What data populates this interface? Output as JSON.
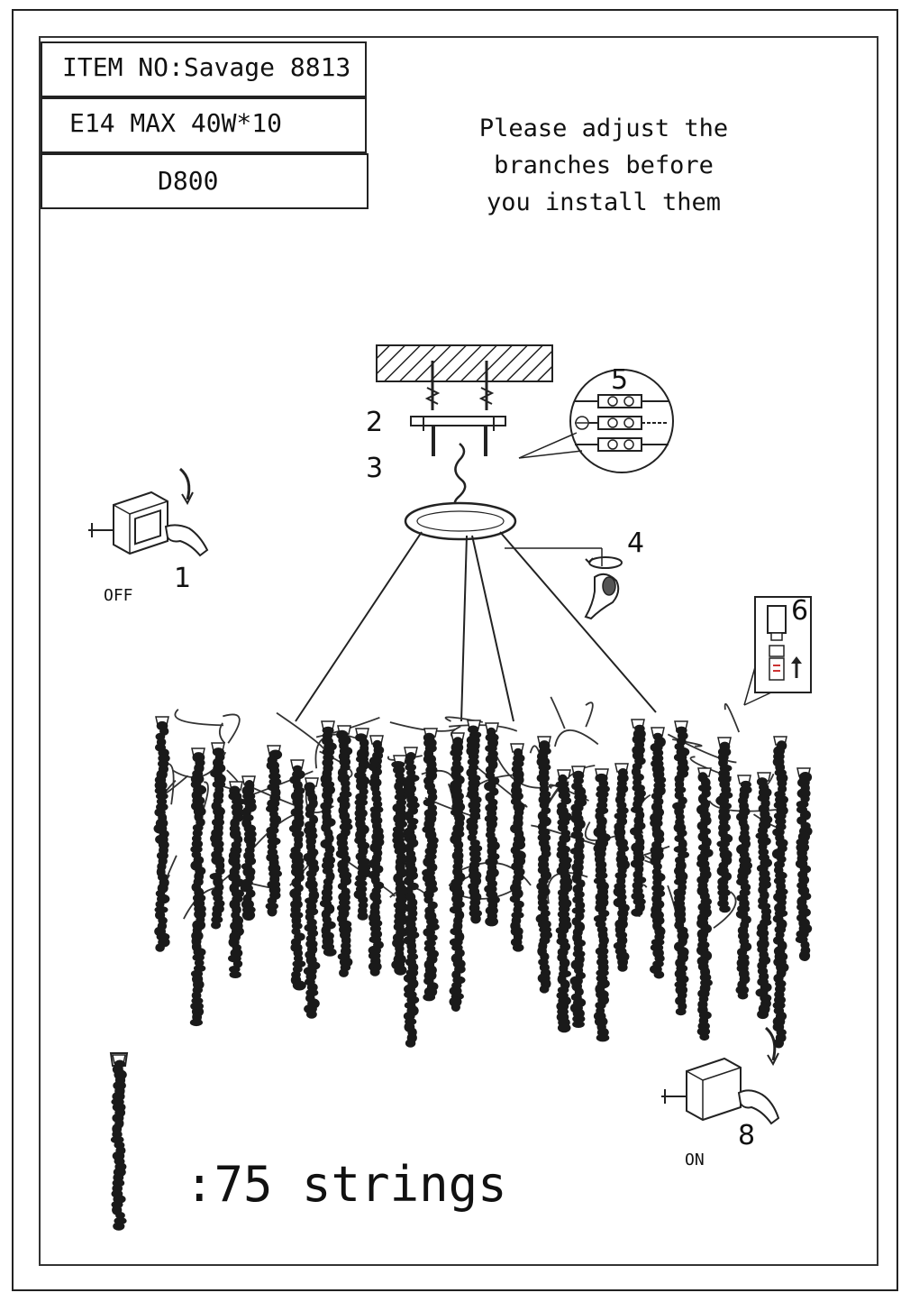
{
  "spec": {
    "item_no": "ITEM NO:Savage 8813",
    "bulb": "E14 MAX 40W*10",
    "size": "D800"
  },
  "note": {
    "line1": "Please adjust the",
    "line2": "branches before",
    "line3": "you install them"
  },
  "steps": {
    "s1": "1",
    "s2": "2",
    "s3": "3",
    "s4": "4",
    "s5": "5",
    "s6": "6",
    "s8": "8"
  },
  "switch_states": {
    "off": "OFF",
    "on": "ON"
  },
  "legend": {
    "strings": ":75 strings"
  },
  "icons": [
    "ceiling-mount-icon",
    "switch-box-off-icon",
    "switch-box-on-icon",
    "terminal-block-icon",
    "bulb-install-icon",
    "hand-screw-icon",
    "crystal-string-icon"
  ]
}
